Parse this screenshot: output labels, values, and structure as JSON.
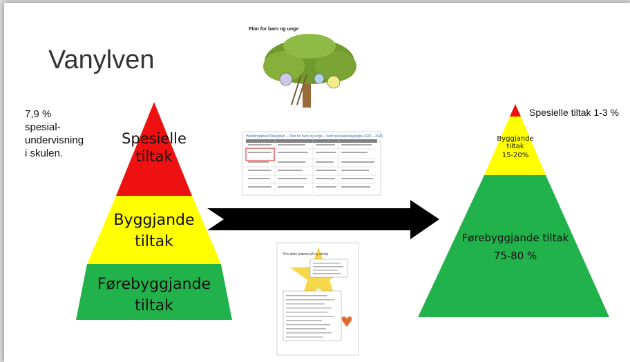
{
  "slide": {
    "title": "Vanylven",
    "left_note": "7,9 %\nspesial-\nundervisning\ni skulen.",
    "right_note": "Spesielle tiltak 1-3 %"
  },
  "left_pyramid": {
    "top_label": "Spesielle\ntiltak",
    "middle_label": "Byggjande\ntiltak",
    "bottom_label": "Førebyggjande\ntiltak",
    "colors": {
      "top": "#ee1111",
      "middle": "#ffff00",
      "bottom": "#22b24c"
    }
  },
  "right_pyramid": {
    "middle_label": "Byggjande\ntiltak",
    "middle_pct": "15-20%",
    "bottom_label": "Førebyggjande tiltak",
    "bottom_pct": "75-80 %"
  },
  "center_images": {
    "tree_title": "Plan for barn og unge",
    "table_doc_title": "Handlingsplan/Tiltaksplan – Plan for barn og unge – Vedr spesialpedagogikk 2023 – 2026",
    "star_doc_title": "Pro-aktiv praksis på ny skriep"
  }
}
